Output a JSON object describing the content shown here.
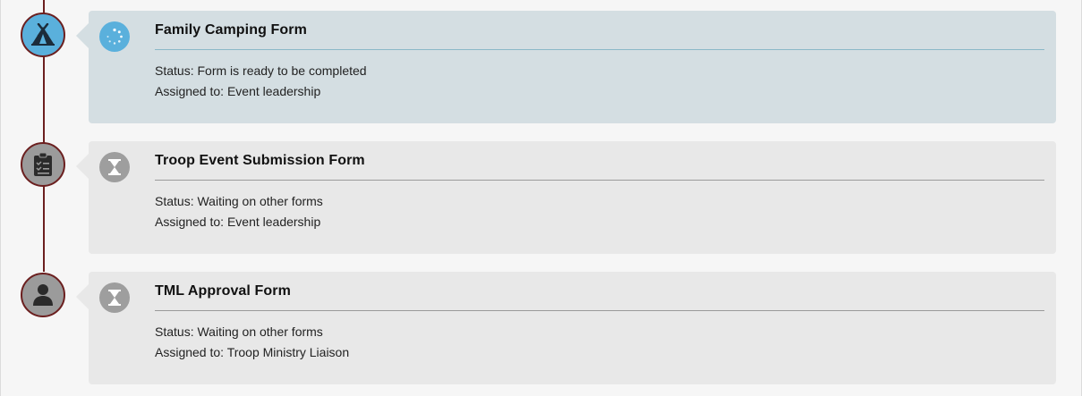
{
  "forms": [
    {
      "title": "Family Camping Form",
      "status_label": "Status:",
      "status_value": "Form is ready to be completed",
      "assigned_label": "Assigned to:",
      "assigned_value": "Event leadership",
      "node_icon": "tent-icon",
      "status_icon": "spinner-icon",
      "state": "active"
    },
    {
      "title": "Troop Event Submission Form",
      "status_label": "Status:",
      "status_value": "Waiting on other forms",
      "assigned_label": "Assigned to:",
      "assigned_value": "Event leadership",
      "node_icon": "clipboard-icon",
      "status_icon": "hourglass-icon",
      "state": "waiting"
    },
    {
      "title": "TML Approval Form",
      "status_label": "Status:",
      "status_value": "Waiting on other forms",
      "assigned_label": "Assigned to:",
      "assigned_value": "Troop Ministry Liaison",
      "node_icon": "person-icon",
      "status_icon": "hourglass-icon",
      "state": "waiting"
    }
  ],
  "colors": {
    "timeline": "#6b1f1f",
    "active_accent": "#5ab0dc",
    "active_card": "#d4dee2",
    "waiting_card": "#e8e8e8",
    "waiting_icon": "#9e9e9e"
  }
}
